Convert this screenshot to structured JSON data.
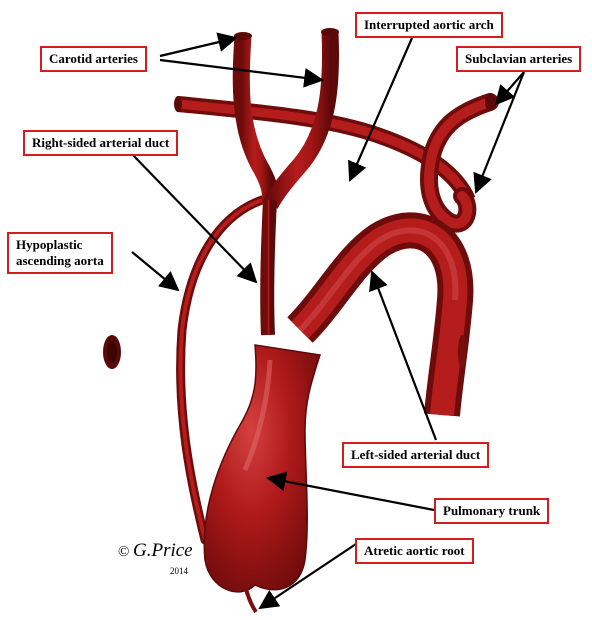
{
  "labels": {
    "carotid": "Carotid arteries",
    "interrupted": "Interrupted aortic arch",
    "subclavian": "Subclavian arteries",
    "right_duct": "Right-sided arterial duct",
    "hypoplastic_1": "Hypoplastic",
    "hypoplastic_2": "ascending aorta",
    "left_duct": "Left-sided arterial duct",
    "pulmonary": "Pulmonary trunk",
    "atretic": "Atretic aortic root"
  },
  "credit": {
    "symbol": "©",
    "name": "G.Price",
    "year": "2014"
  },
  "colors": {
    "label_border": "#d21e1e",
    "vessel_dark": "#6e0b0b",
    "vessel_mid": "#a81818",
    "vessel_light": "#d64a4a",
    "arrow": "#000000"
  }
}
